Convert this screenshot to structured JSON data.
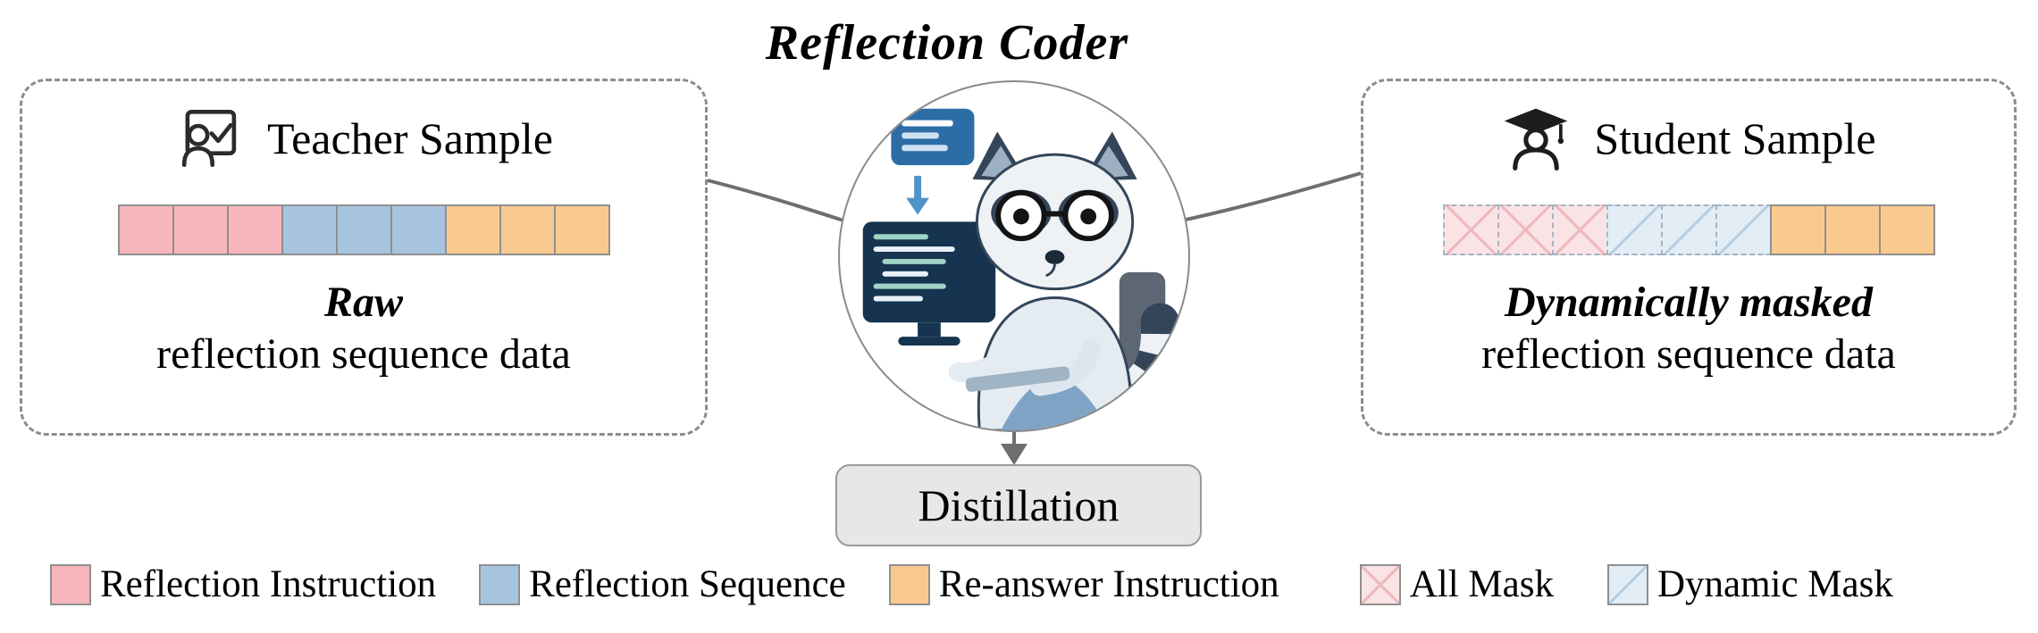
{
  "title": "Reflection Coder",
  "left_panel": {
    "header": "Teacher Sample",
    "caption_bold": "Raw",
    "caption": "reflection sequence data"
  },
  "right_panel": {
    "header": "Student Sample",
    "caption_bold": "Dynamically masked",
    "caption": "reflection sequence data"
  },
  "distillation_label": "Distillation",
  "sequences": {
    "teacher": [
      "pink",
      "pink",
      "pink",
      "blue",
      "blue",
      "blue",
      "orange",
      "orange",
      "orange"
    ],
    "student": [
      "pink-masked",
      "pink-masked",
      "pink-masked",
      "blue-masked",
      "blue-masked",
      "blue-masked",
      "orange",
      "orange",
      "orange"
    ]
  },
  "legend": {
    "items": [
      {
        "label": "Reflection Instruction",
        "type": "pink"
      },
      {
        "label": "Reflection Sequence",
        "type": "blue"
      },
      {
        "label": "Re-answer Instruction",
        "type": "orange"
      },
      {
        "label": "All Mask",
        "type": "pink-masked"
      },
      {
        "label": "Dynamic Mask",
        "type": "blue-masked"
      }
    ]
  },
  "colors": {
    "pink": "#F6B6BB",
    "blue": "#A7C4DF",
    "orange": "#F9CA90",
    "pink_masked_bg": "#FAE3E5",
    "pink_masked_line": "#EDB9BE",
    "blue_masked_bg": "#E2EDF6",
    "blue_masked_line": "#B7CEE2",
    "masked_border": "#A3B4C4",
    "cell_border": "#8F8F8F",
    "panel_border": "#8C8C8C",
    "distillation_bg": "#E7E7E7",
    "connector": "#6E6E6E"
  }
}
